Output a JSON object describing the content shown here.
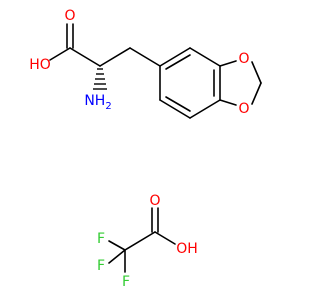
{
  "molecule_1": {
    "labels": {
      "carbonyl_oxygen": "O",
      "hydroxyl": "HO",
      "amine": "NH",
      "amine_subscript": "2",
      "ring_oxygen_upper": "O",
      "ring_oxygen_lower": "O"
    }
  },
  "molecule_2": {
    "labels": {
      "carbonyl_oxygen": "O",
      "hydroxyl": "OH",
      "fluorine_left": "F",
      "fluorine_bottom_left": "F",
      "fluorine_bottom_right": "F"
    }
  },
  "colors": {
    "bond": "#000000",
    "oxygen": "#ff0000",
    "nitrogen": "#0000ff",
    "fluorine": "#33cc33"
  }
}
